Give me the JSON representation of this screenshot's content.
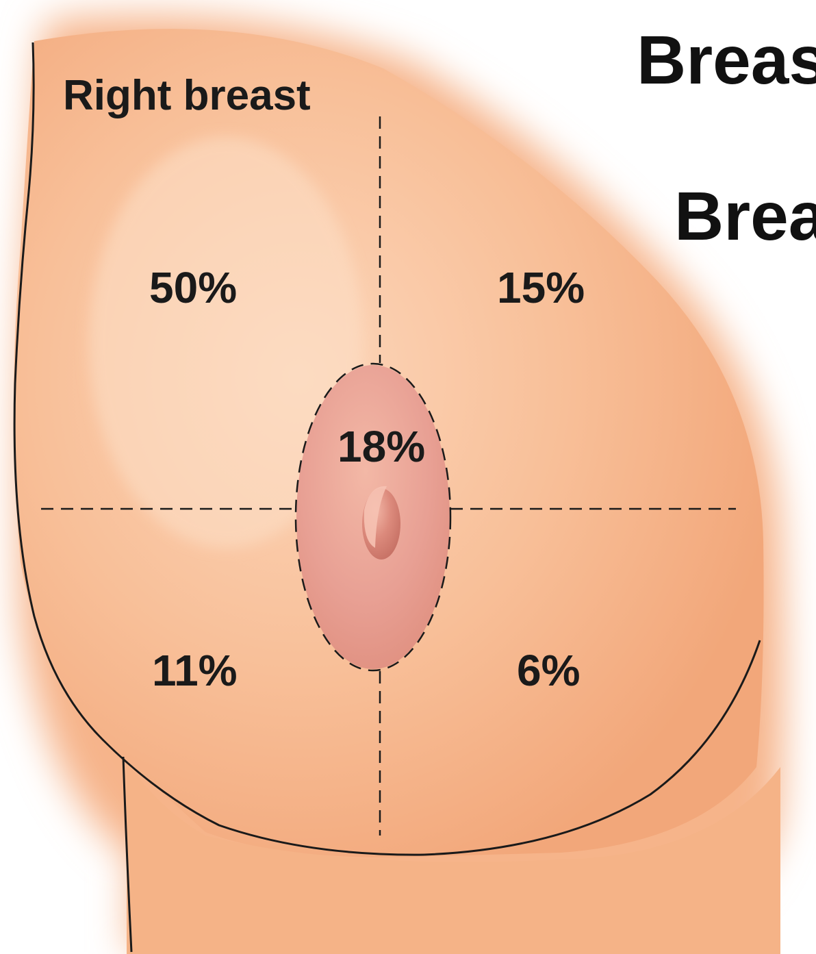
{
  "diagram": {
    "side_label": "Right breast",
    "headings": [
      "Breas",
      "Brea"
    ],
    "quadrants": {
      "upper_outer": "50%",
      "upper_inner": "15%",
      "central": "18%",
      "lower_outer": "11%",
      "lower_inner": "6%"
    }
  },
  "colors": {
    "skin": "#f4ad82",
    "skin_light": "#fbd0b0",
    "areola": "#e4988a",
    "nipple": "#d98073",
    "outline": "#1a1a1a",
    "background": "#ffffff"
  }
}
